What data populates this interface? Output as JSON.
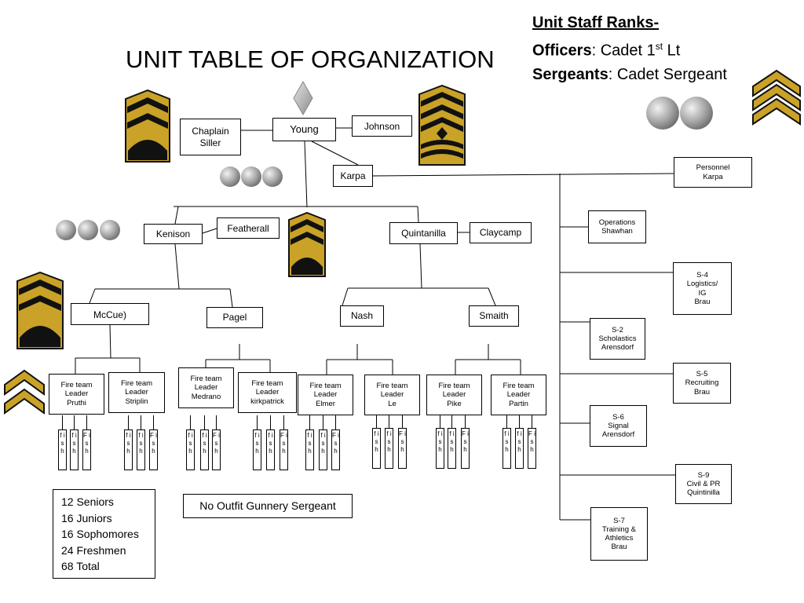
{
  "title": "UNIT TABLE OF ORGANIZATION",
  "staff_ranks": {
    "heading": "Unit Staff Ranks-",
    "officers_label": "Officers",
    "officers_value": ": Cadet 1",
    "officers_sup": "st",
    "officers_suffix": " Lt",
    "sergeants_label": "Sergeants",
    "sergeants_value": ": Cadet Sergeant"
  },
  "colors": {
    "chevron_gold": "#c9a227",
    "chevron_black": "#111111",
    "orb_gray": "#9a9a9a"
  },
  "command": {
    "commander": "Young",
    "chaplain": "Chaplain\nSiller",
    "executive": "Johnson",
    "first_sergeant": "Karpa"
  },
  "platoons": [
    {
      "leader": "Kenison",
      "sergeant": "Featherall",
      "squads": [
        {
          "leader": "McCue)",
          "fire_teams": [
            "Fire team\nLeader\nPruthi",
            "Fire team\nLeader\nStriplin"
          ]
        },
        {
          "leader": "Pagel",
          "fire_teams": [
            "Fire team\nLeader\nMedrano",
            "Fire team\nLeader\nkirkpatrick"
          ]
        }
      ]
    },
    {
      "leader": "Quintanilla",
      "sergeant": "Claycamp",
      "squads": [
        {
          "leader": "Nash",
          "fire_teams": [
            "Fire team\nLeader\nElmer",
            "Fire team\nLeader\nLe"
          ]
        },
        {
          "leader": "Smaith",
          "fire_teams": [
            "Fire team\nLeader\nPike",
            "Fire team\nLeader\nPartin"
          ]
        }
      ]
    }
  ],
  "fish_lowercase": "f\ni\ns\nh",
  "fish_capital": "F\ni\ns\nh",
  "staff": [
    "Personnel\nKarpa",
    "Operations\nShawhan",
    "S-4\nLogistics/\nIG\nBrau",
    "S-2\nScholastics\nArensdorf",
    "S-5\nRecruiting\nBrau",
    "S-6\nSignal\nArensdorf",
    "S-9\nCivil & PR\nQuintinilla",
    "S-7\nTraining &\nAthletics\nBrau"
  ],
  "gunnery_note": "No Outfit Gunnery Sergeant",
  "totals": "12 Seniors\n16 Juniors\n16 Sophomores\n24 Freshmen\n68 Total"
}
